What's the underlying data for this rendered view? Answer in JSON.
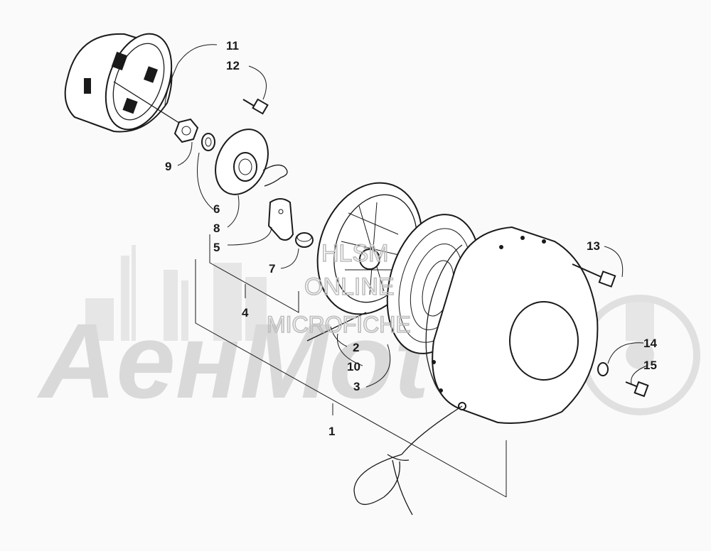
{
  "watermark": {
    "brand": "AeнMoto",
    "line1": "HLSM",
    "line2": "ONLINE",
    "line3": "MICROFICHE"
  },
  "callouts": {
    "c1": "1",
    "c2": "2",
    "c3": "3",
    "c4": "4",
    "c5": "5",
    "c6": "6",
    "c7": "7",
    "c8": "8",
    "c9": "9",
    "c10": "10",
    "c11": "11",
    "c12": "12",
    "c13": "13",
    "c14": "14",
    "c15": "15"
  }
}
